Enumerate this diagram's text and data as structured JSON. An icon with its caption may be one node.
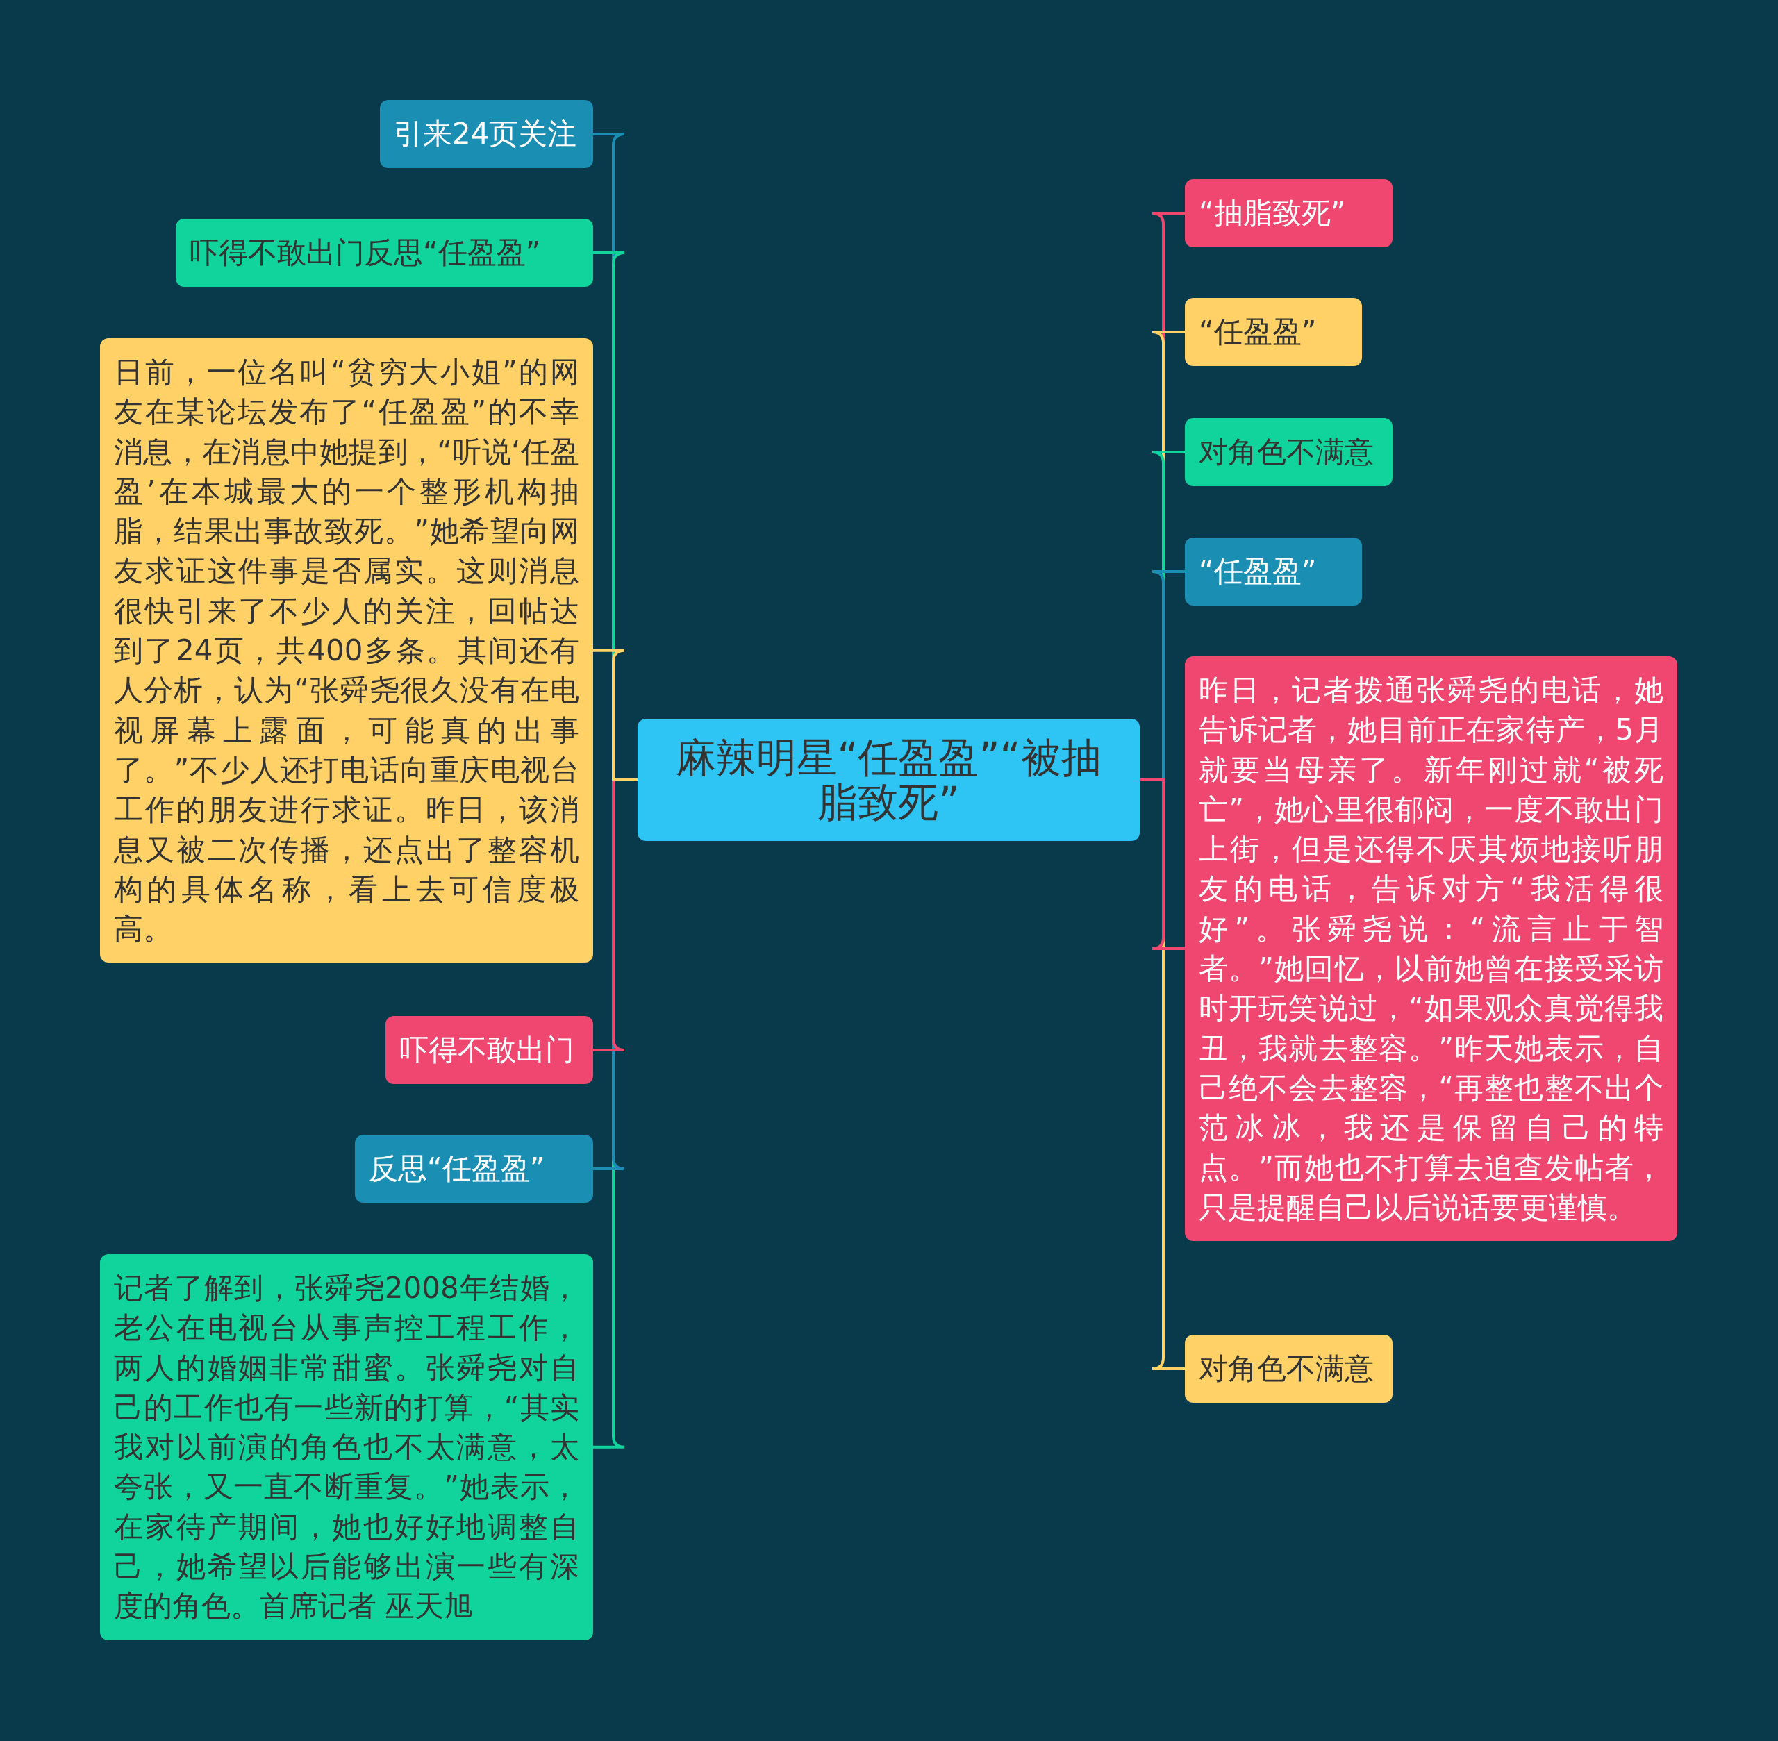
{
  "diagram": {
    "nodes": [
      {
        "text": [
          "麻辣明星“任盈盈”“被抽脂致死”"
        ]
      },
      {
        "text": [
          "引来24页关注"
        ]
      },
      {
        "text": [
          "吓得不敢出门反思“任盈盈”"
        ]
      },
      {
        "text": [
          "日前，一位名叫“贫穷大小姐”的网友在某论坛发布了“任盈盈”的不幸消息，在消息中她提到，“听说‘任盈盈’在本城最大的一个整形机构抽脂，结果出事故致死。”她希望向网友求证这件事是否属实。这则消息很快引来了不少人的关注，回帖达到了24页，共400多条。其间还有人分析，认为“张舜尧很久没有在电视屏幕上露面，可能真的出事了。”不少人还打电话向重庆电视台工作的朋友进行求证。昨日，该消息又被二次传播，还点出了整容机构的具体名称，看上去可信度极高。"
        ]
      },
      {
        "text": [
          "吓得不敢出门"
        ]
      },
      {
        "text": [
          "反思“任盈盈”"
        ]
      },
      {
        "text": [
          "记者了解到，张舜尧2008年结婚，老公在电视台从事声控工程工作，两人的婚姻非常甜蜜。张舜尧对自己的工作也有一些新的打算，“其实我对以前演的角色也不太满意，太夸张，又一直不断重复。”她表示，在家待产期间，她也好好地调整自己，她希望以后能够出演一些有深度的角色。首席记者 巫天旭"
        ]
      },
      {
        "text": [
          "“抽脂致死”"
        ]
      },
      {
        "text": [
          "“任盈盈”"
        ]
      },
      {
        "text": [
          "对角色不满意"
        ]
      },
      {
        "text": [
          "“任盈盈”"
        ]
      },
      {
        "text": [
          "昨日，记者拨通张舜尧的电话，她告诉记者，她目前正在家待产，5月就要当母亲了。新年刚过就“被死亡”，她心里很郁闷，一度不敢出门上街，但是还得不厌其烦地接听朋友的电话，告诉对方“我活得很好”。张舜尧说：“流言止于智者。”她回忆，以前她曾在接受采访时开玩笑说过，“如果观众真觉得我丑，我就去整容。”昨天她表示，自己绝不会去整容，“再整也整不出个范冰冰，我还是保留自己的特点。”而她也不打算去追查发帖者，只是提醒自己以后说话要更谨慎。"
        ]
      },
      {
        "text": [
          "对角色不满意"
        ]
      }
    ],
    "edges": [
      {
        "from": 0,
        "to": 1,
        "arrow": "none",
        "color": "#1b8fb3"
      },
      {
        "from": 0,
        "to": 2,
        "arrow": "none",
        "color": "#10d49b"
      },
      {
        "from": 0,
        "to": 3,
        "arrow": "none",
        "color": "#ffd166"
      },
      {
        "from": 0,
        "to": 4,
        "arrow": "none",
        "color": "#ef476f"
      },
      {
        "from": 0,
        "to": 5,
        "arrow": "none",
        "color": "#1b8fb3"
      },
      {
        "from": 0,
        "to": 6,
        "arrow": "none",
        "color": "#10d49b"
      },
      {
        "from": 0,
        "to": 7,
        "arrow": "none",
        "color": "#ef476f"
      },
      {
        "from": 0,
        "to": 8,
        "arrow": "none",
        "color": "#ffd166"
      },
      {
        "from": 0,
        "to": 9,
        "arrow": "none",
        "color": "#10d49b"
      },
      {
        "from": 0,
        "to": 10,
        "arrow": "none",
        "color": "#1b8fb3"
      },
      {
        "from": 0,
        "to": 11,
        "arrow": "none",
        "color": "#ef476f"
      },
      {
        "from": 0,
        "to": 12,
        "arrow": "none",
        "color": "#ffd166"
      }
    ]
  }
}
